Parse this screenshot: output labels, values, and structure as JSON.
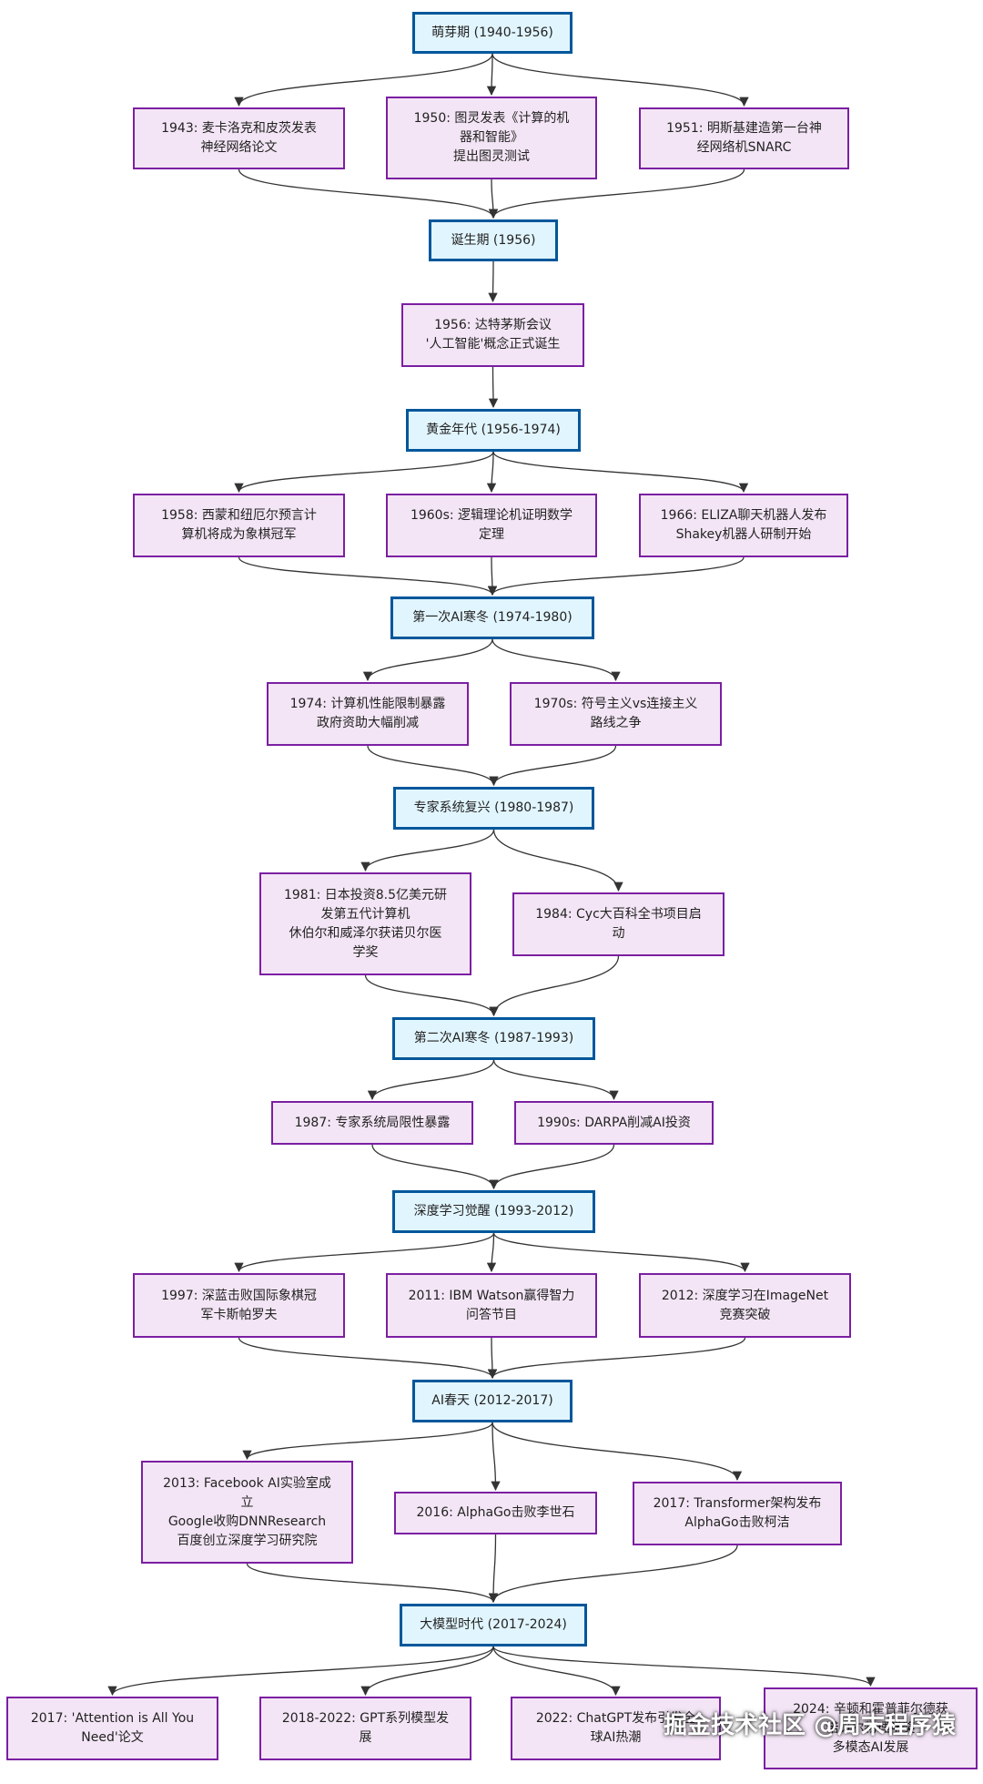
{
  "nodes": [
    {
      "id": "p1",
      "kind": "phase",
      "text": "萌芽期 (1940-1956)"
    },
    {
      "id": "e1943",
      "kind": "event",
      "text": "1943: 麦卡洛克和皮茨发表\n神经网络论文"
    },
    {
      "id": "e1950",
      "kind": "event",
      "text": "1950: 图灵发表《计算的机\n器和智能》\n提出图灵测试"
    },
    {
      "id": "e1951",
      "kind": "event",
      "text": "1951: 明斯基建造第一台神\n经网络机SNARC"
    },
    {
      "id": "p2",
      "kind": "phase",
      "text": "诞生期 (1956)"
    },
    {
      "id": "e1956",
      "kind": "event",
      "text": "1956: 达特茅斯会议\n'人工智能'概念正式诞生"
    },
    {
      "id": "p3",
      "kind": "phase",
      "text": "黄金年代 (1956-1974)"
    },
    {
      "id": "e1958",
      "kind": "event",
      "text": "1958: 西蒙和纽厄尔预言计\n算机将成为象棋冠军"
    },
    {
      "id": "e1960s",
      "kind": "event",
      "text": "1960s: 逻辑理论机证明数学\n定理"
    },
    {
      "id": "e1966",
      "kind": "event",
      "text": "1966: ELIZA聊天机器人发布\nShakey机器人研制开始"
    },
    {
      "id": "p4",
      "kind": "phase",
      "text": "第一次AI寒冬 (1974-1980)"
    },
    {
      "id": "e1974",
      "kind": "event",
      "text": "1974: 计算机性能限制暴露\n政府资助大幅削减"
    },
    {
      "id": "e1970s",
      "kind": "event",
      "text": "1970s: 符号主义vs连接主义\n路线之争"
    },
    {
      "id": "p5",
      "kind": "phase",
      "text": "专家系统复兴 (1980-1987)"
    },
    {
      "id": "e1981",
      "kind": "event",
      "text": "1981: 日本投资8.5亿美元研\n发第五代计算机\n休伯尔和威泽尔获诺贝尔医\n学奖"
    },
    {
      "id": "e1984",
      "kind": "event",
      "text": "1984: Cyc大百科全书项目启\n动"
    },
    {
      "id": "p6",
      "kind": "phase",
      "text": "第二次AI寒冬 (1987-1993)"
    },
    {
      "id": "e1987",
      "kind": "event",
      "text": "1987: 专家系统局限性暴露"
    },
    {
      "id": "e1990s",
      "kind": "event",
      "text": "1990s: DARPA削减AI投资"
    },
    {
      "id": "p7",
      "kind": "phase",
      "text": "深度学习觉醒 (1993-2012)"
    },
    {
      "id": "e1997",
      "kind": "event",
      "text": "1997: 深蓝击败国际象棋冠\n军卡斯帕罗夫"
    },
    {
      "id": "e2011",
      "kind": "event",
      "text": "2011: IBM Watson赢得智力\n问答节目"
    },
    {
      "id": "e2012",
      "kind": "event",
      "text": "2012: 深度学习在ImageNet\n竞赛突破"
    },
    {
      "id": "p8",
      "kind": "phase",
      "text": "AI春天 (2012-2017)"
    },
    {
      "id": "e2013",
      "kind": "event",
      "text": "2013: Facebook AI实验室成\n立\nGoogle收购DNNResearch\n百度创立深度学习研究院"
    },
    {
      "id": "e2016",
      "kind": "event",
      "text": "2016: AlphaGo击败李世石"
    },
    {
      "id": "e2017",
      "kind": "event",
      "text": "2017: Transformer架构发布\nAlphaGo击败柯洁"
    },
    {
      "id": "p9",
      "kind": "phase",
      "text": "大模型时代 (2017-2024)"
    },
    {
      "id": "e2017b",
      "kind": "event",
      "text": "2017: 'Attention is All You\nNeed'论文"
    },
    {
      "id": "e2018",
      "kind": "event",
      "text": "2018-2022: GPT系列模型发\n展"
    },
    {
      "id": "e2022",
      "kind": "event",
      "text": "2022: ChatGPT发布引发全\n球AI热潮"
    },
    {
      "id": "e2024",
      "kind": "event",
      "text": "2024: 辛顿和霍普菲尔德获\n诺贝尔物理学奖\n多模态AI发展"
    }
  ],
  "edges": [
    [
      "p1",
      "e1943"
    ],
    [
      "p1",
      "e1950"
    ],
    [
      "p1",
      "e1951"
    ],
    [
      "e1943",
      "p2"
    ],
    [
      "e1950",
      "p2"
    ],
    [
      "e1951",
      "p2"
    ],
    [
      "p2",
      "e1956"
    ],
    [
      "e1956",
      "p3"
    ],
    [
      "p3",
      "e1958"
    ],
    [
      "p3",
      "e1960s"
    ],
    [
      "p3",
      "e1966"
    ],
    [
      "e1958",
      "p4"
    ],
    [
      "e1960s",
      "p4"
    ],
    [
      "e1966",
      "p4"
    ],
    [
      "p4",
      "e1974"
    ],
    [
      "p4",
      "e1970s"
    ],
    [
      "e1974",
      "p5"
    ],
    [
      "e1970s",
      "p5"
    ],
    [
      "p5",
      "e1981"
    ],
    [
      "p5",
      "e1984"
    ],
    [
      "e1981",
      "p6"
    ],
    [
      "e1984",
      "p6"
    ],
    [
      "p6",
      "e1987"
    ],
    [
      "p6",
      "e1990s"
    ],
    [
      "e1987",
      "p7"
    ],
    [
      "e1990s",
      "p7"
    ],
    [
      "p7",
      "e1997"
    ],
    [
      "p7",
      "e2011"
    ],
    [
      "p7",
      "e2012"
    ],
    [
      "e1997",
      "p8"
    ],
    [
      "e2011",
      "p8"
    ],
    [
      "e2012",
      "p8"
    ],
    [
      "p8",
      "e2013"
    ],
    [
      "p8",
      "e2016"
    ],
    [
      "p8",
      "e2017"
    ],
    [
      "e2013",
      "p9"
    ],
    [
      "e2016",
      "p9"
    ],
    [
      "e2017",
      "p9"
    ],
    [
      "p9",
      "e2017b"
    ],
    [
      "p9",
      "e2018"
    ],
    [
      "p9",
      "e2022"
    ],
    [
      "p9",
      "e2024"
    ]
  ],
  "colors": {
    "phase_fill": "#e1f5fe",
    "phase_border": "#01579b",
    "event_fill": "#f3e5f5",
    "event_border": "#7b1fa2",
    "edge": "#333333"
  },
  "watermark": "掘金技术社区 @周末程序猿"
}
